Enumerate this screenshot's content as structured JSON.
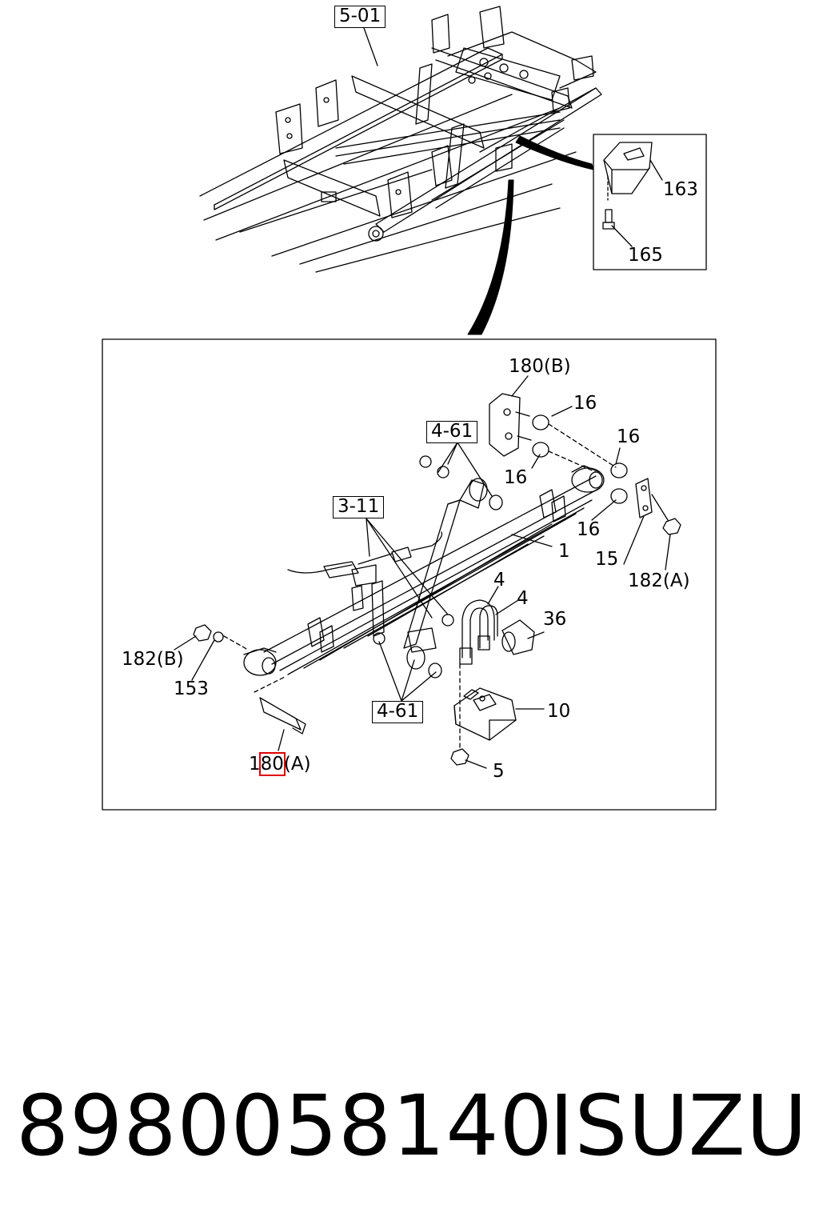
{
  "frame": {
    "ref": "5-01"
  },
  "inset": {
    "labels": [
      "163",
      "165"
    ]
  },
  "detail": {
    "ref_180b": "180(B)",
    "ref_16_a": "16",
    "ref_16_b": "16",
    "ref_16_c": "16",
    "ref_16_d": "16",
    "ref_4_61_top": "4-61",
    "ref_3_11": "3-11",
    "ref_1": "1",
    "ref_15": "15",
    "ref_182a": "182(A)",
    "ref_4_a": "4",
    "ref_4_b": "4",
    "ref_36": "36",
    "ref_182b": "182(B)",
    "ref_153": "153",
    "ref_4_61_bottom": "4-61",
    "ref_10": "10",
    "ref_180a_prefix": "1",
    "ref_180a_highlight": "80",
    "ref_180a_suffix": "(A)",
    "ref_5": "5"
  },
  "footer": {
    "part_number": "8980058140",
    "brand": "ISUZU"
  }
}
